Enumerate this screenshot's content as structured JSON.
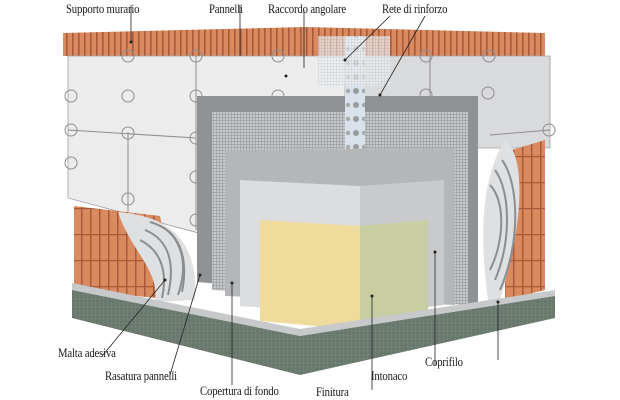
{
  "diagram": {
    "subject": "Exterior thermal insulation composite system — layered wall corner cutaway",
    "labels": {
      "supporto_murario": "Supporto murario",
      "pannelli": "Pannelli",
      "raccordo_angolare": "Raccordo angolare",
      "rete_di_rinforzo": "Rete di rinforzo",
      "malta_adesiva": "Malta adesiva",
      "rasatura_pannelli": "Rasatura pannelli",
      "copertura_di_fondo": "Copertura di fondo",
      "finitura": "Finitura",
      "intonaco": "Intonaco",
      "coprifilo": "Coprifilo"
    },
    "colors": {
      "brick": "#d98a5e",
      "brick_line": "#a9583a",
      "panel": "#ececed",
      "panel_right": "#d9dadb",
      "panel_line": "#8e8e90",
      "rasatura": "#8f9294",
      "mesh": "#b9bbbd",
      "copertura": "#b4b6b8",
      "intonaco_left": "#dcdddf",
      "intonaco_right": "#c9cacc",
      "finitura_left": "#efdc9c",
      "finitura_right": "#c9cea2",
      "base": "#6b7b6f",
      "ledge": "#c8c9cb",
      "leader": "#222222"
    }
  }
}
